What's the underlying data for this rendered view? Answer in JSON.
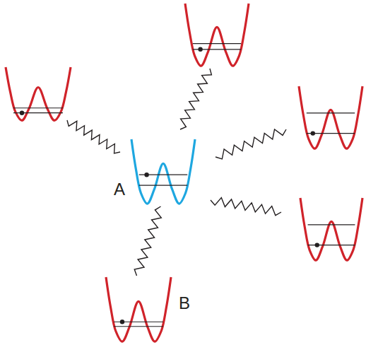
{
  "diagram": {
    "nodes": [
      {
        "text": [
          "A"
        ]
      },
      {
        "text": [
          "B"
        ]
      }
    ],
    "edges": [
      {
        "from": 0,
        "to": 1,
        "arrow": "none"
      }
    ]
  }
}
